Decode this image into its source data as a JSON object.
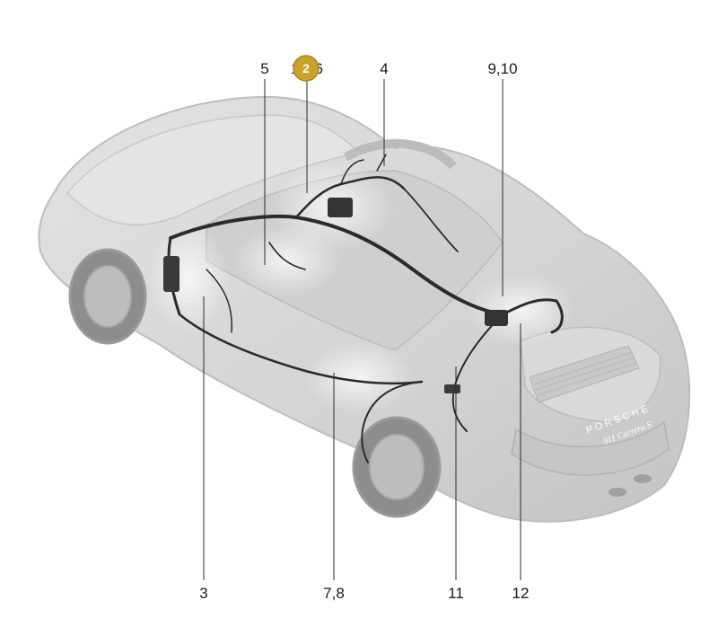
{
  "callouts": {
    "c5": "5",
    "c1_6": "1…6",
    "c4": "4",
    "c9_10": "9,10",
    "c3": "3",
    "c7_8": "7,8",
    "c11": "11",
    "c12": "12"
  },
  "badge": {
    "label": "2",
    "color": "#c9a227"
  },
  "car_badge": {
    "brand": "PORSCHE",
    "model": "911 Carrera S"
  },
  "colors": {
    "car_body": "#d6d6d6",
    "harness": "#2b2b2b"
  }
}
